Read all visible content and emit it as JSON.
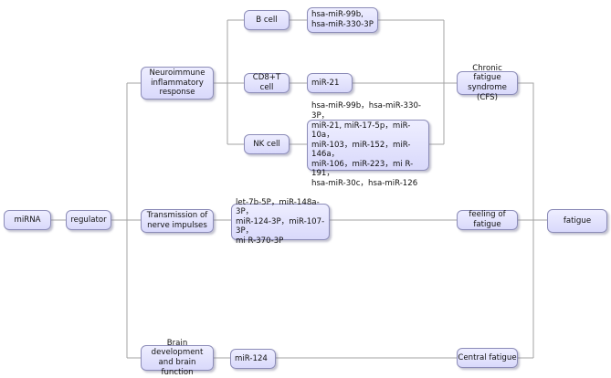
{
  "nodes": {
    "mirna": "miRNA",
    "regulator": "regulator",
    "neuroimmune": "Neuroimmune\ninflammatory\nresponse",
    "transmission": "Transmission of\nnerve impulses",
    "brain_dev": "Brain development\nand brain  function",
    "b_cell": "B cell",
    "cd8_cell": "CD8+T cell",
    "nk_cell": "NK cell",
    "mir_b_cell": "hsa-miR-99b,\nhsa-miR-330-3P",
    "mir_cd8": "miR-21",
    "mir_nk": "hsa-miR-99b，hsa-miR-330-3P，\nmiR-21, miR-17-5p，miR-10a，\nmiR-103，miR-152，miR-146a，\nmiR-106，miR-223，mi R-191，\nhsa-miR-30c，hsa-miR-126",
    "mir_transmission": "let-7b-5P，miR-148a-3P，\nmiR-124-3P，miR-107-3P，\nmi R-370-3P",
    "mir_brain": "miR-124",
    "cfs": "Chronic fatigue\nsyndrome (CFS)",
    "feeling_fatigue": "feeling of fatigue",
    "central_fatigue": "Central fatigue",
    "fatigue": "fatigue"
  },
  "colors": {
    "node_fill_top": "#eeeeff",
    "node_fill_bottom": "#d9d9fb",
    "node_border": "#8c8cb8",
    "connector": "#a3a3a3"
  }
}
